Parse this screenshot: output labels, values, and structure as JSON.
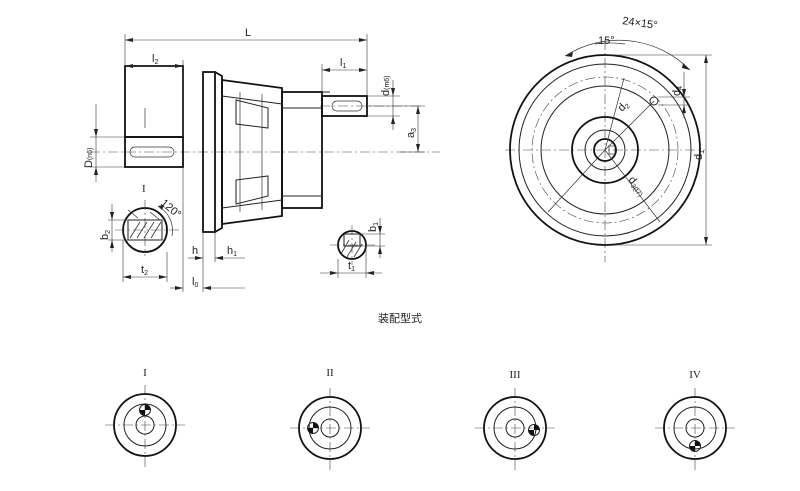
{
  "labels": {
    "L": "L",
    "l2": "l",
    "l2_sub": "2",
    "l1": "l",
    "l1_sub": "1",
    "d": "d",
    "d_sub": "(m6)",
    "a": "a",
    "a_sub": "3",
    "D": "D",
    "D_sub": "(n6)",
    "roman_top": "I",
    "angle": "120°",
    "b2": "b",
    "b2_sub": "2",
    "t2": "t",
    "t2_sub": "2",
    "h": "h",
    "h1": "h",
    "h1_sub": "1",
    "l0": "l",
    "l0_sub": "0",
    "b1": "b",
    "b1_sub": "1",
    "t1": "t",
    "t1_sub": "1",
    "bolt_pattern": "24×15°",
    "angle_15": "15°",
    "d4": "d",
    "d4_sub": "4",
    "d2": "d",
    "d2_sub": "2",
    "d1": "d",
    "d1_sub": "1",
    "d3": "d",
    "d3_sub": "3(f7)"
  },
  "caption": "装配型式",
  "mounting": [
    {
      "label": "I"
    },
    {
      "label": "II"
    },
    {
      "label": "III"
    },
    {
      "label": "IV"
    }
  ],
  "colors": {
    "ink": "#222222",
    "background": "#ffffff"
  }
}
